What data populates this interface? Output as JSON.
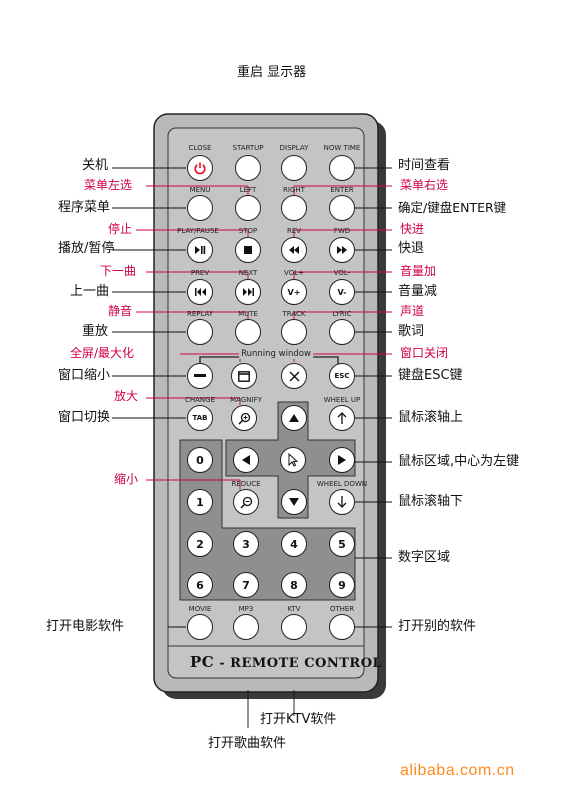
{
  "top_label": "重启 显示器",
  "remote": {
    "buttons": {
      "close": "CLOSE",
      "startup": "STARTUP",
      "display": "DISPLAY",
      "now_time": "NOW TIME",
      "menu": "MENU",
      "left": "LEFT",
      "right": "RIGHT",
      "enter": "ENTER",
      "play_pause": "PLAY/PAUSE",
      "stop": "STOP",
      "rev": "REV",
      "fwd": "FWD",
      "prev": "PREV",
      "next": "NEXT",
      "vol_up": "VOL+",
      "vol_down": "VOL-",
      "vol_up_face": "V+",
      "vol_down_face": "V-",
      "replay": "REPLAY",
      "mute": "MUTE",
      "track": "TRACK",
      "lyric": "LYRIC",
      "running_window": "Running window",
      "esc": "ESC",
      "change": "CHANGE",
      "tab": "TAB",
      "magnify": "MAGNIFY",
      "wheel_up": "WHEEL UP",
      "reduce": "REDUCE",
      "wheel_down": "WHEEL DOWN",
      "movie": "MOVIE",
      "mp3": "MP3",
      "ktv": "KTV",
      "other": "OTHER"
    },
    "digits": [
      "0",
      "1",
      "2",
      "3",
      "4",
      "5",
      "6",
      "7",
      "8",
      "9"
    ],
    "brand_big": "PC",
    "brand_rest": " - REMOTE CONTROL"
  },
  "labels_left": {
    "shutdown": "关机",
    "menu_left": "菜单左选",
    "program_menu": "程序菜单",
    "stop": "停止",
    "play_pause": "播放/暂停",
    "next_song": "下一曲",
    "prev_song": "上一曲",
    "mute": "静音",
    "replay": "重放",
    "fullscreen": "全屏/最大化",
    "minimize": "窗口缩小",
    "magnify": "放大",
    "switch_window": "窗口切换",
    "reduce": "缩小",
    "movie_software": "打开电影软件"
  },
  "labels_right": {
    "view_time": "时间查看",
    "menu_right": "菜单右选",
    "fast_forward": "快进",
    "enter_key": "确定/键盘ENTER键",
    "rewind": "快退",
    "vol_up": "音量加",
    "vol_down": "音量减",
    "track": "声道",
    "lyrics": "歌词",
    "close_window": "窗口关闭",
    "esc_key": "键盘ESC键",
    "wheel_up": "鼠标滚轴上",
    "mouse_area": "鼠标区域,中心为左键",
    "wheel_down": "鼠标滚轴下",
    "number_area": "数字区域",
    "other_software": "打开别的软件"
  },
  "bottom_labels": {
    "ktv_software": "打开KTV软件",
    "song_software": "打开歌曲软件"
  },
  "watermark": "alibaba.com.cn",
  "colors": {
    "accent_red": "#d1004a",
    "remote_body": "#b9b9b9",
    "remote_dark": "#8f8f8f",
    "power_red": "#e0102a",
    "watermark_orange": "#ff8a1f"
  }
}
